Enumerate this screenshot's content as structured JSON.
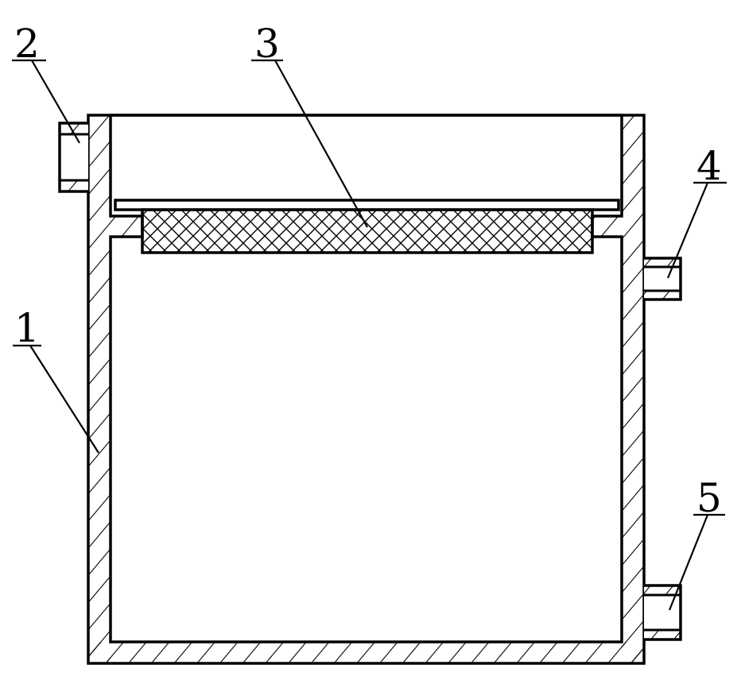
{
  "diagram": {
    "labels": {
      "l1": "1",
      "l2": "2",
      "l3": "3",
      "l4": "4",
      "l5": "5"
    },
    "colors": {
      "stroke": "#000000",
      "background": "#ffffff"
    }
  }
}
